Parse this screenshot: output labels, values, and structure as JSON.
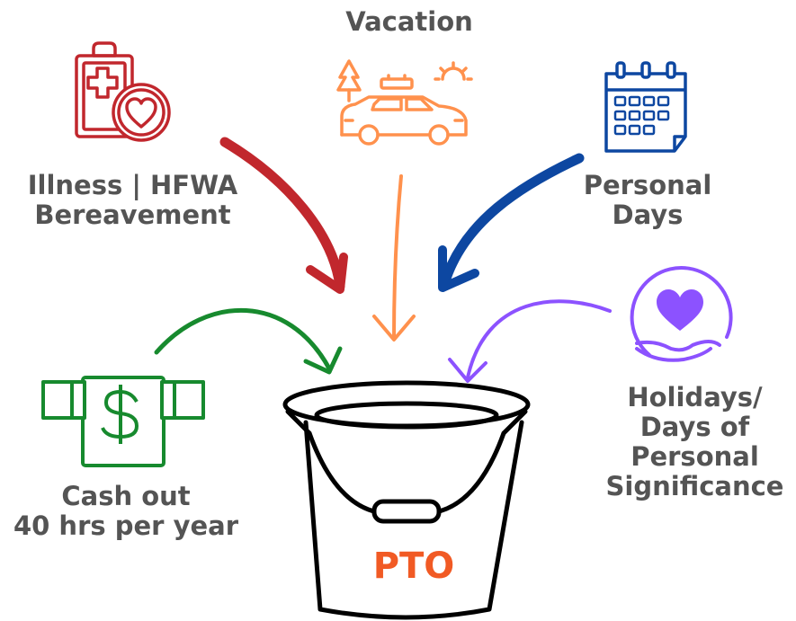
{
  "labels": {
    "vacation": "Vacation",
    "illness": [
      "Illness | HFWA",
      "Bereavement"
    ],
    "personal": [
      "Personal",
      "Days"
    ],
    "holidays": [
      "Holidays/",
      "Days of",
      "Personal",
      "Significance"
    ],
    "cash_out": [
      "Cash out",
      "40 hrs per year"
    ],
    "bucket": "PTO"
  },
  "icons": {
    "illness": "medical-clipboard-heart-icon",
    "vacation": "car-trip-icon",
    "personal": "calendar-icon",
    "holidays": "heart-in-hand-icon",
    "cash_out": "dollar-bill-icon",
    "bucket": "bucket-icon"
  },
  "colors": {
    "illness": "#c1272d",
    "vacation": "#ff914d",
    "personal": "#0d47a1",
    "holidays": "#8c52ff",
    "cash_out": "#178a2e",
    "bucket_outline": "#000000",
    "pto_text": "#f15a24",
    "label_text": "#545454"
  }
}
